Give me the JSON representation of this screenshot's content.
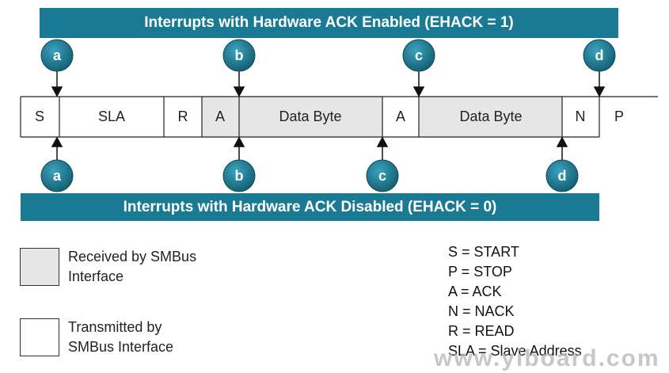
{
  "banners": {
    "top": "Interrupts with Hardware ACK Enabled (EHACK = 1)",
    "bottom": "Interrupts with Hardware ACK Disabled (EHACK = 0)"
  },
  "fields": [
    {
      "label": "S",
      "received": false
    },
    {
      "label": "SLA",
      "received": false
    },
    {
      "label": "R",
      "received": false
    },
    {
      "label": "A",
      "received": true
    },
    {
      "label": "Data Byte",
      "received": true
    },
    {
      "label": "A",
      "received": false
    },
    {
      "label": "Data Byte",
      "received": true
    },
    {
      "label": "N",
      "received": false
    },
    {
      "label": "P",
      "received": false
    }
  ],
  "markers_top": [
    "a",
    "b",
    "c",
    "d"
  ],
  "markers_bottom": [
    "a",
    "b",
    "c",
    "d"
  ],
  "legend": {
    "received": [
      "Received by SMBus",
      "Interface"
    ],
    "transmitted": [
      "Transmitted by",
      "SMBus Interface"
    ]
  },
  "abbreviations": [
    "S = START",
    "P = STOP",
    "A = ACK",
    "N = NACK",
    "R = READ",
    "SLA = Slave Address"
  ],
  "watermark": "www.yiboard.com",
  "colors": {
    "banner": "#1a7a93",
    "marker": "#1a7a93",
    "received_fill": "#e6e6e6"
  }
}
